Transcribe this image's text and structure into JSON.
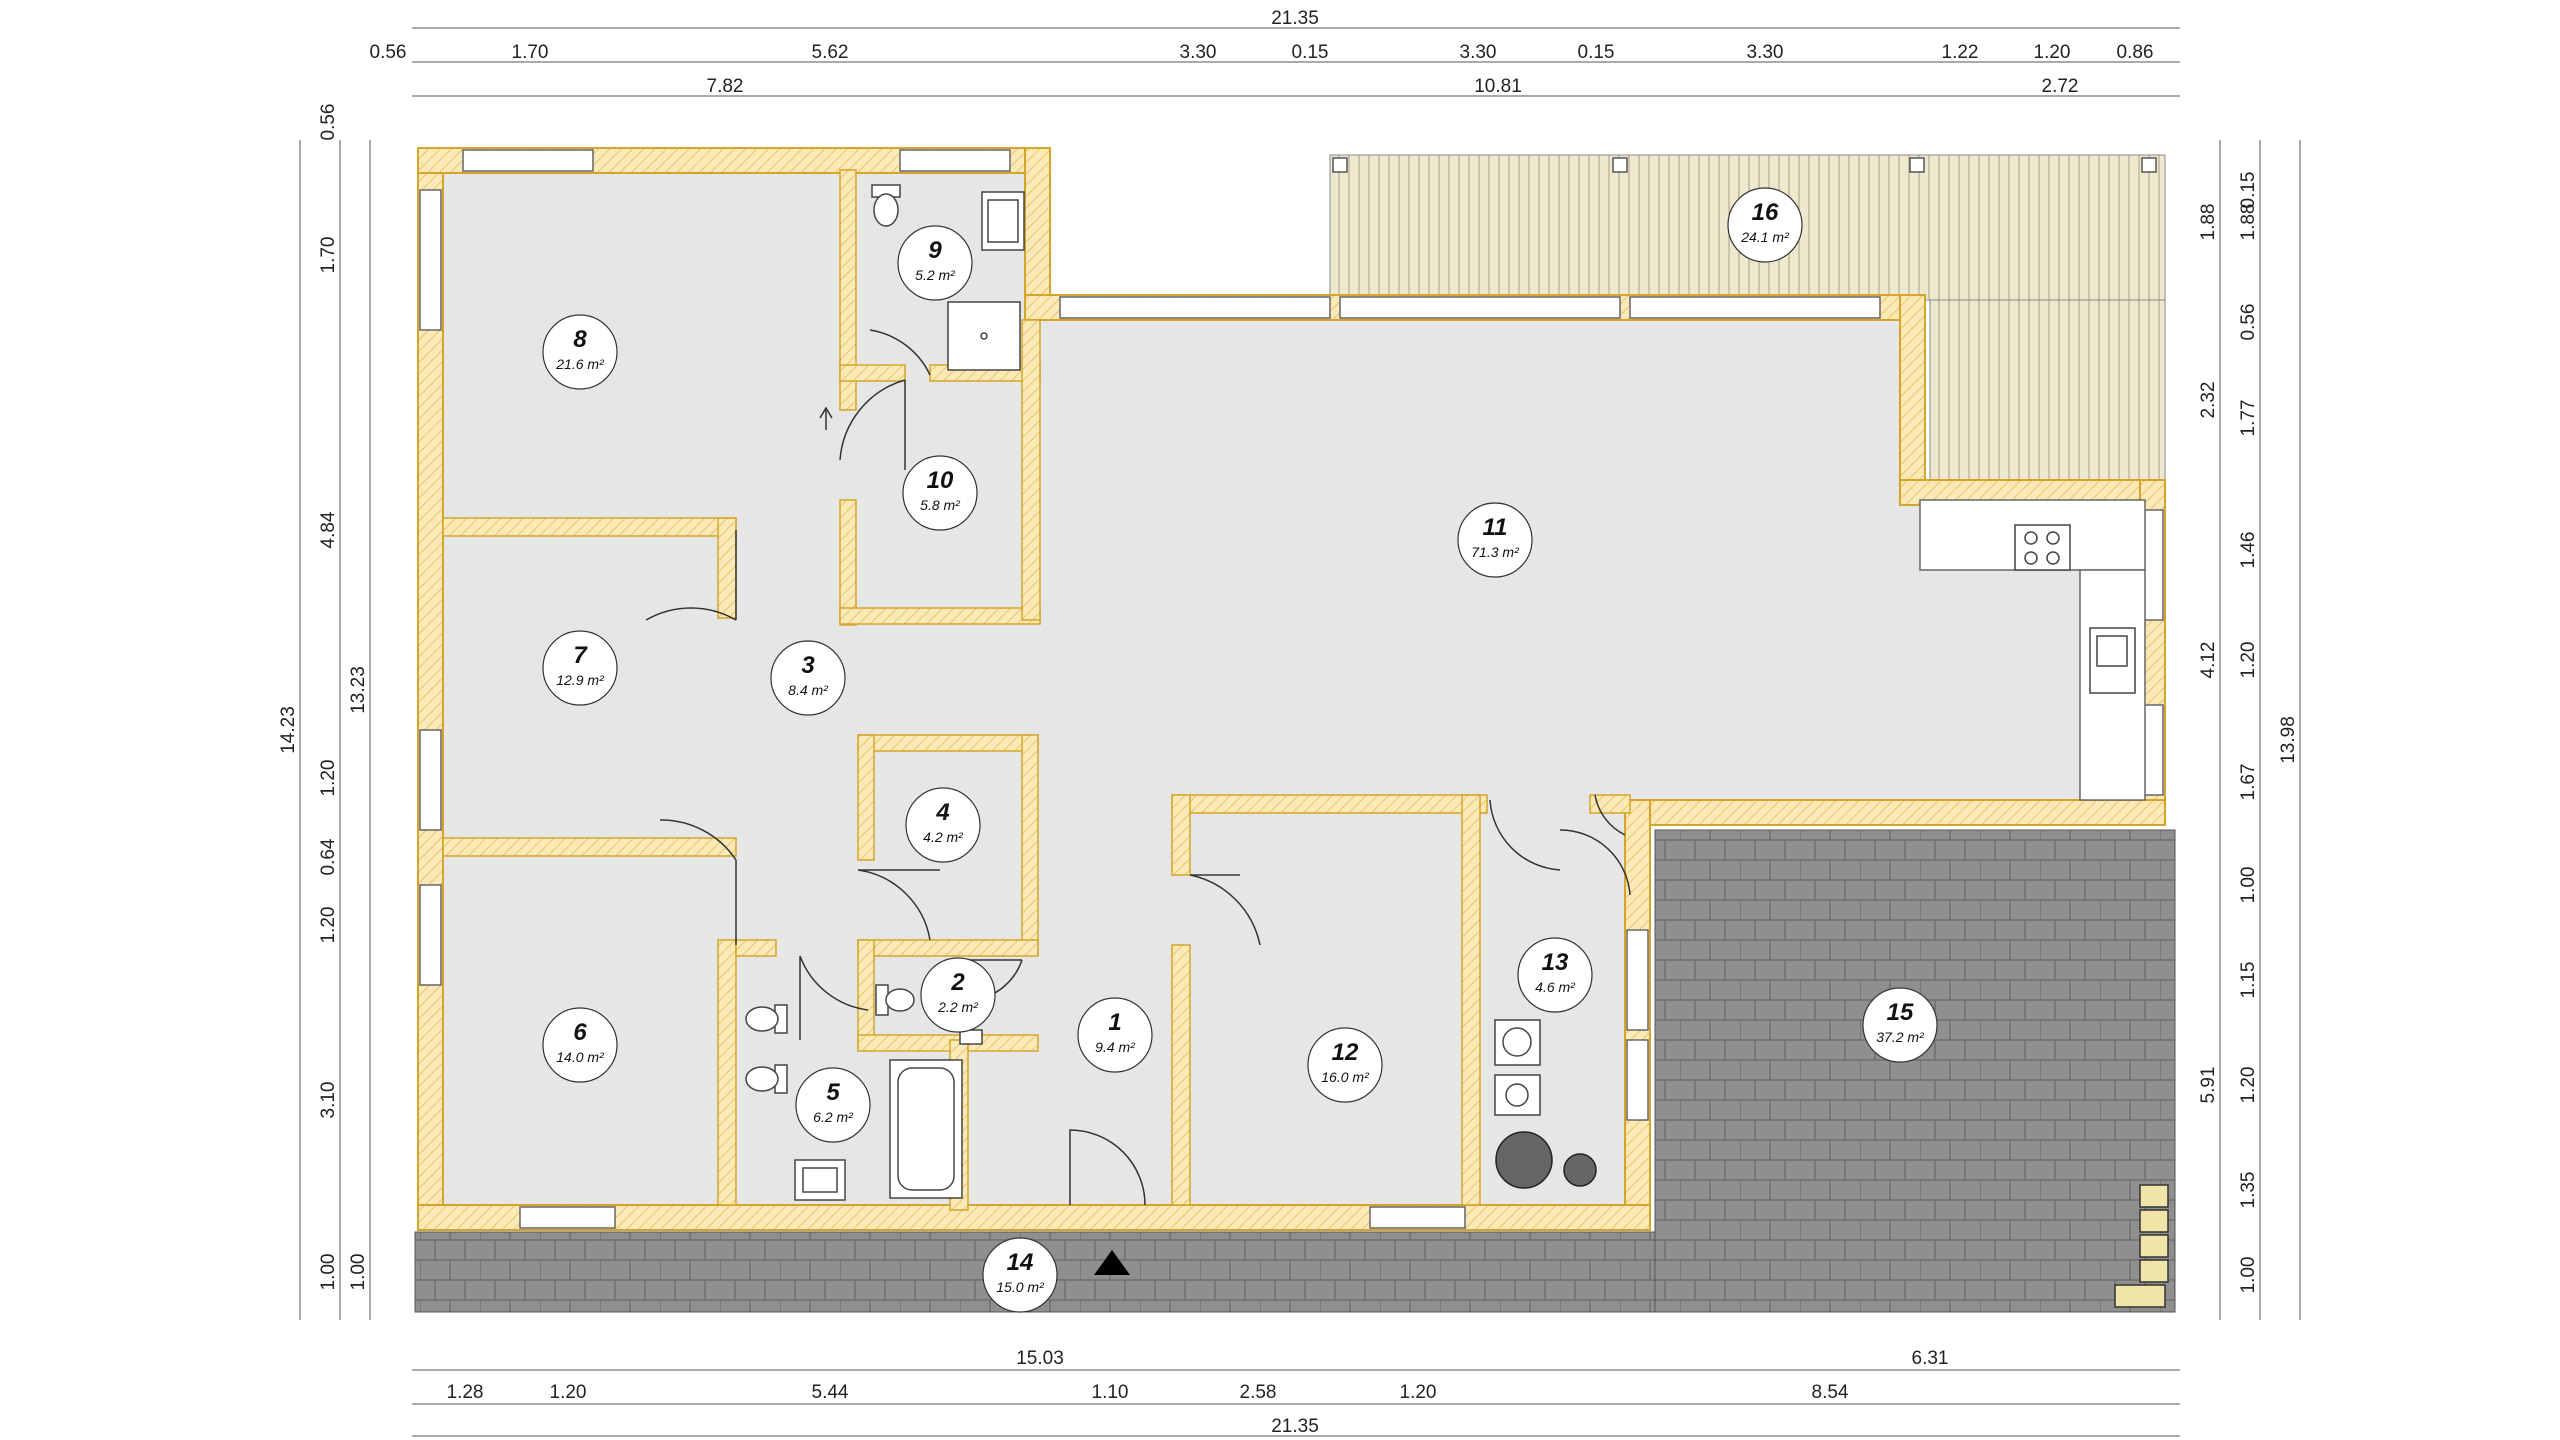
{
  "dimensions": {
    "top_total": "21.35",
    "top_row1": [
      "0.56",
      "1.70",
      "5.62",
      "3.30",
      "0.15",
      "3.30",
      "0.15",
      "3.30",
      "1.22",
      "1.20",
      "0.86"
    ],
    "top_row2": [
      "7.82",
      "10.81",
      "2.72"
    ],
    "bottom_row1": [
      "15.03",
      "6.31"
    ],
    "bottom_row2": [
      "1.28",
      "1.20",
      "5.44",
      "1.10",
      "2.58",
      "1.20",
      "8.54"
    ],
    "bottom_total": "21.35",
    "left_total": "14.23",
    "left_inner": "13.23",
    "left_segments": [
      "0.56",
      "1.70",
      "4.84",
      "1.20",
      "0.64",
      "1.20",
      "3.10",
      "1.00",
      "1.00"
    ],
    "right_total": "13.98",
    "right_col1": [
      "1.88",
      "2.32",
      "4.12",
      "5.91"
    ],
    "right_col2": [
      "0.15",
      "1.88",
      "0.56",
      "1.77",
      "1.46",
      "1.20",
      "1.67",
      "1.00",
      "1.15",
      "1.20",
      "1.35",
      "1.00"
    ]
  },
  "rooms": [
    {
      "number": "1",
      "area": "9.4 m²"
    },
    {
      "number": "2",
      "area": "2.2 m²"
    },
    {
      "number": "3",
      "area": "8.4 m²"
    },
    {
      "number": "4",
      "area": "4.2 m²"
    },
    {
      "number": "5",
      "area": "6.2 m²"
    },
    {
      "number": "6",
      "area": "14.0 m²"
    },
    {
      "number": "7",
      "area": "12.9 m²"
    },
    {
      "number": "8",
      "area": "21.6 m²"
    },
    {
      "number": "9",
      "area": "5.2 m²"
    },
    {
      "number": "10",
      "area": "5.8 m²"
    },
    {
      "number": "11",
      "area": "71.3 m²"
    },
    {
      "number": "12",
      "area": "16.0 m²"
    },
    {
      "number": "13",
      "area": "4.6 m²"
    },
    {
      "number": "14",
      "area": "15.0 m²"
    },
    {
      "number": "15",
      "area": "37.2 m²"
    },
    {
      "number": "16",
      "area": "24.1 m²"
    }
  ],
  "colors": {
    "floor": "#e6e6e6",
    "wall_insulation": "#fbe9b8",
    "wall_outline": "#d4a52a",
    "paving": "#8f8f8f",
    "decking": "#eee8cf"
  },
  "icons": [
    "entrance-arrow-icon",
    "toilet-icon",
    "sink-icon",
    "shower-icon",
    "bathtub-icon",
    "stove-icon",
    "washing-machine-icon",
    "boiler-icon"
  ]
}
